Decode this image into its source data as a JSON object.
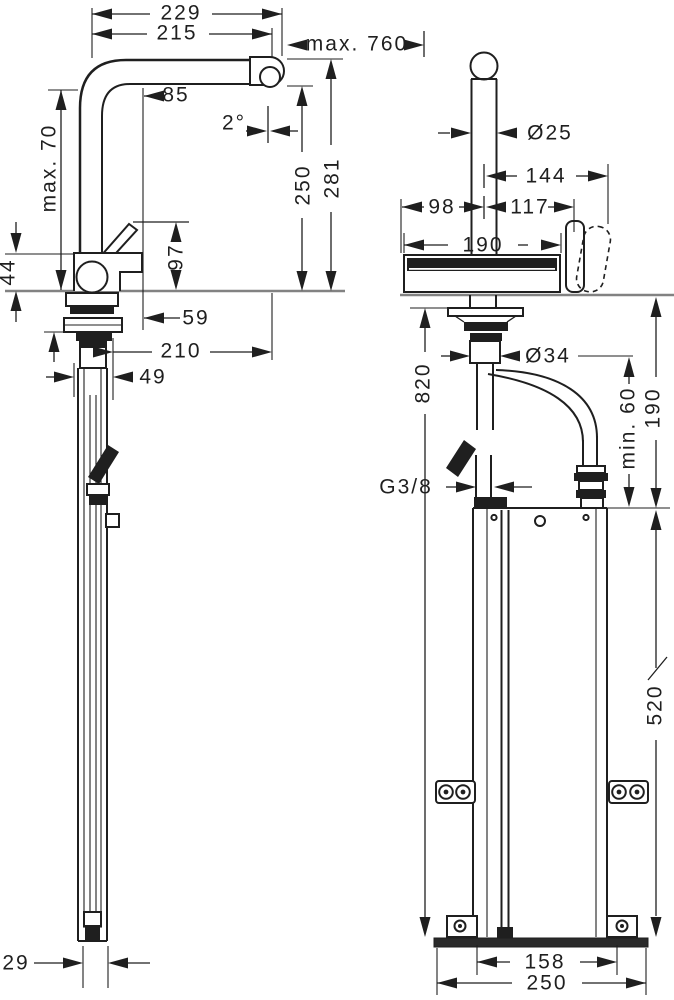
{
  "left_view": {
    "spout_reach": "229",
    "spray_reach": "215",
    "pullout": "max. 760",
    "head_offset": "85",
    "angle": "2°",
    "max_counter": "max. 70",
    "base_height": "44",
    "handle_height": "97",
    "offset59": "59",
    "offset210": "210",
    "dia49": "49",
    "height250": "250",
    "height281": "281",
    "dia29": "29"
  },
  "right_view": {
    "dia25": "Ø25",
    "reach144": "144",
    "width98": "98",
    "width117": "117",
    "width190": "190",
    "dia34": "Ø34",
    "thread": "G3/8",
    "hose820": "820",
    "min60": "min. 60",
    "gap190": "190",
    "box520": "520",
    "span158": "158",
    "plate250": "250"
  }
}
